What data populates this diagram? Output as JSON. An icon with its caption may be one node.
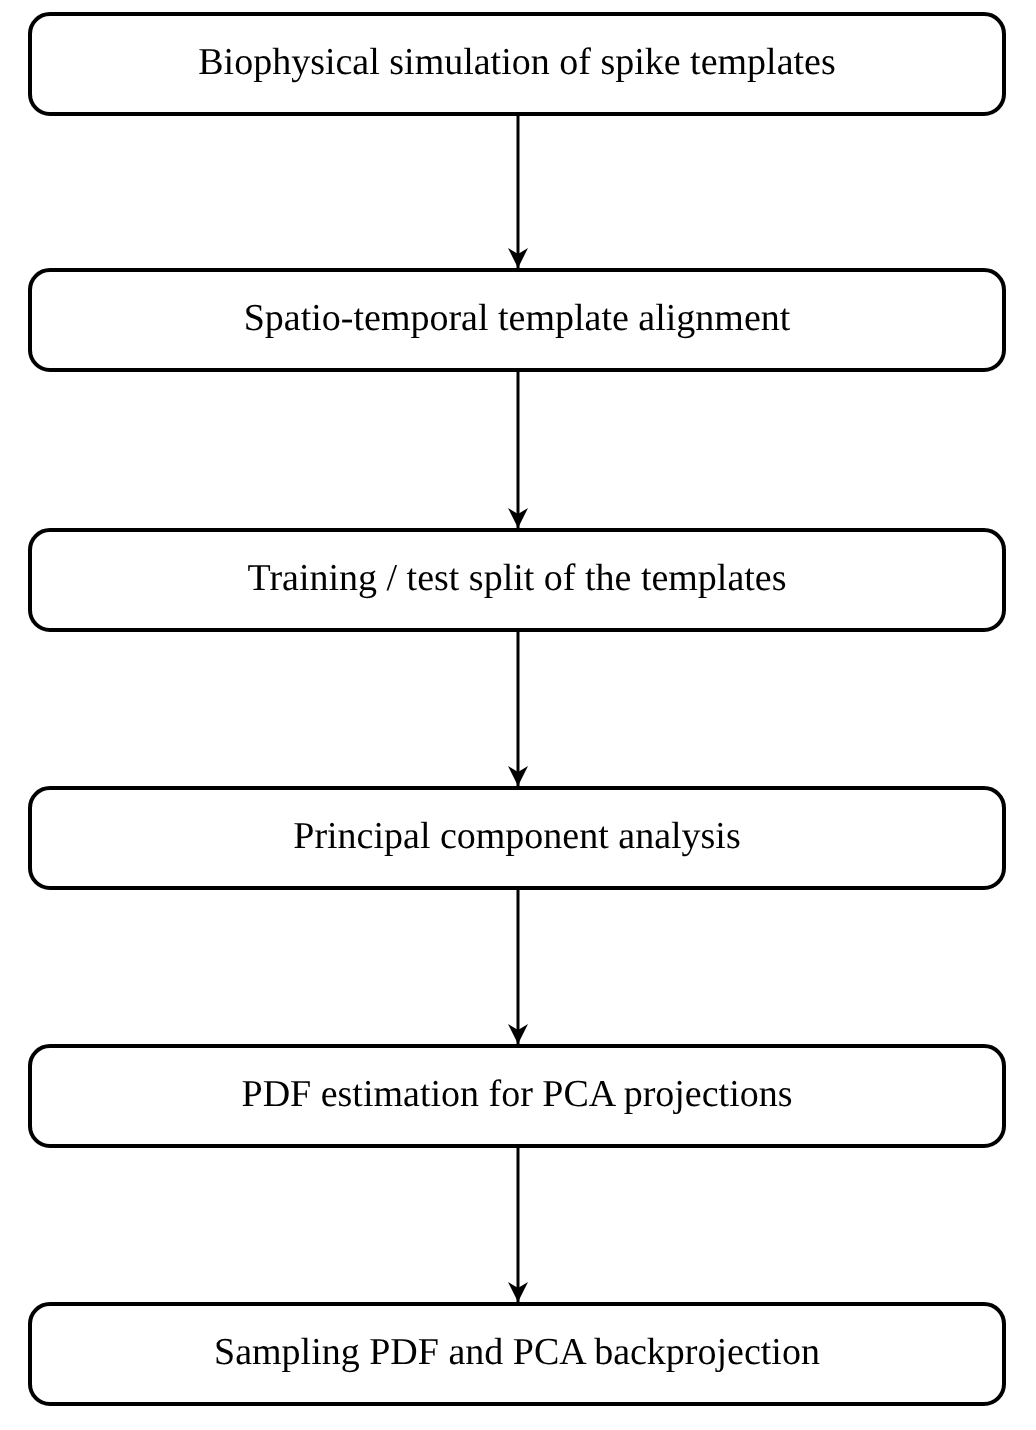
{
  "diagram": {
    "nodes": [
      {
        "text": [
          "Biophysical simulation of spike templates"
        ]
      },
      {
        "text": [
          "Spatio-temporal template alignment"
        ]
      },
      {
        "text": [
          "Training / test split of the templates"
        ]
      },
      {
        "text": [
          "Principal component analysis"
        ]
      },
      {
        "text": [
          "PDF estimation for PCA projections"
        ]
      },
      {
        "text": [
          "Sampling PDF and PCA backprojection"
        ]
      }
    ],
    "edges": [
      {
        "from": 0,
        "to": 1,
        "arrow": "to"
      },
      {
        "from": 1,
        "to": 2,
        "arrow": "to"
      },
      {
        "from": 2,
        "to": 3,
        "arrow": "to"
      },
      {
        "from": 3,
        "to": 4,
        "arrow": "to"
      },
      {
        "from": 4,
        "to": 5,
        "arrow": "to"
      }
    ]
  }
}
